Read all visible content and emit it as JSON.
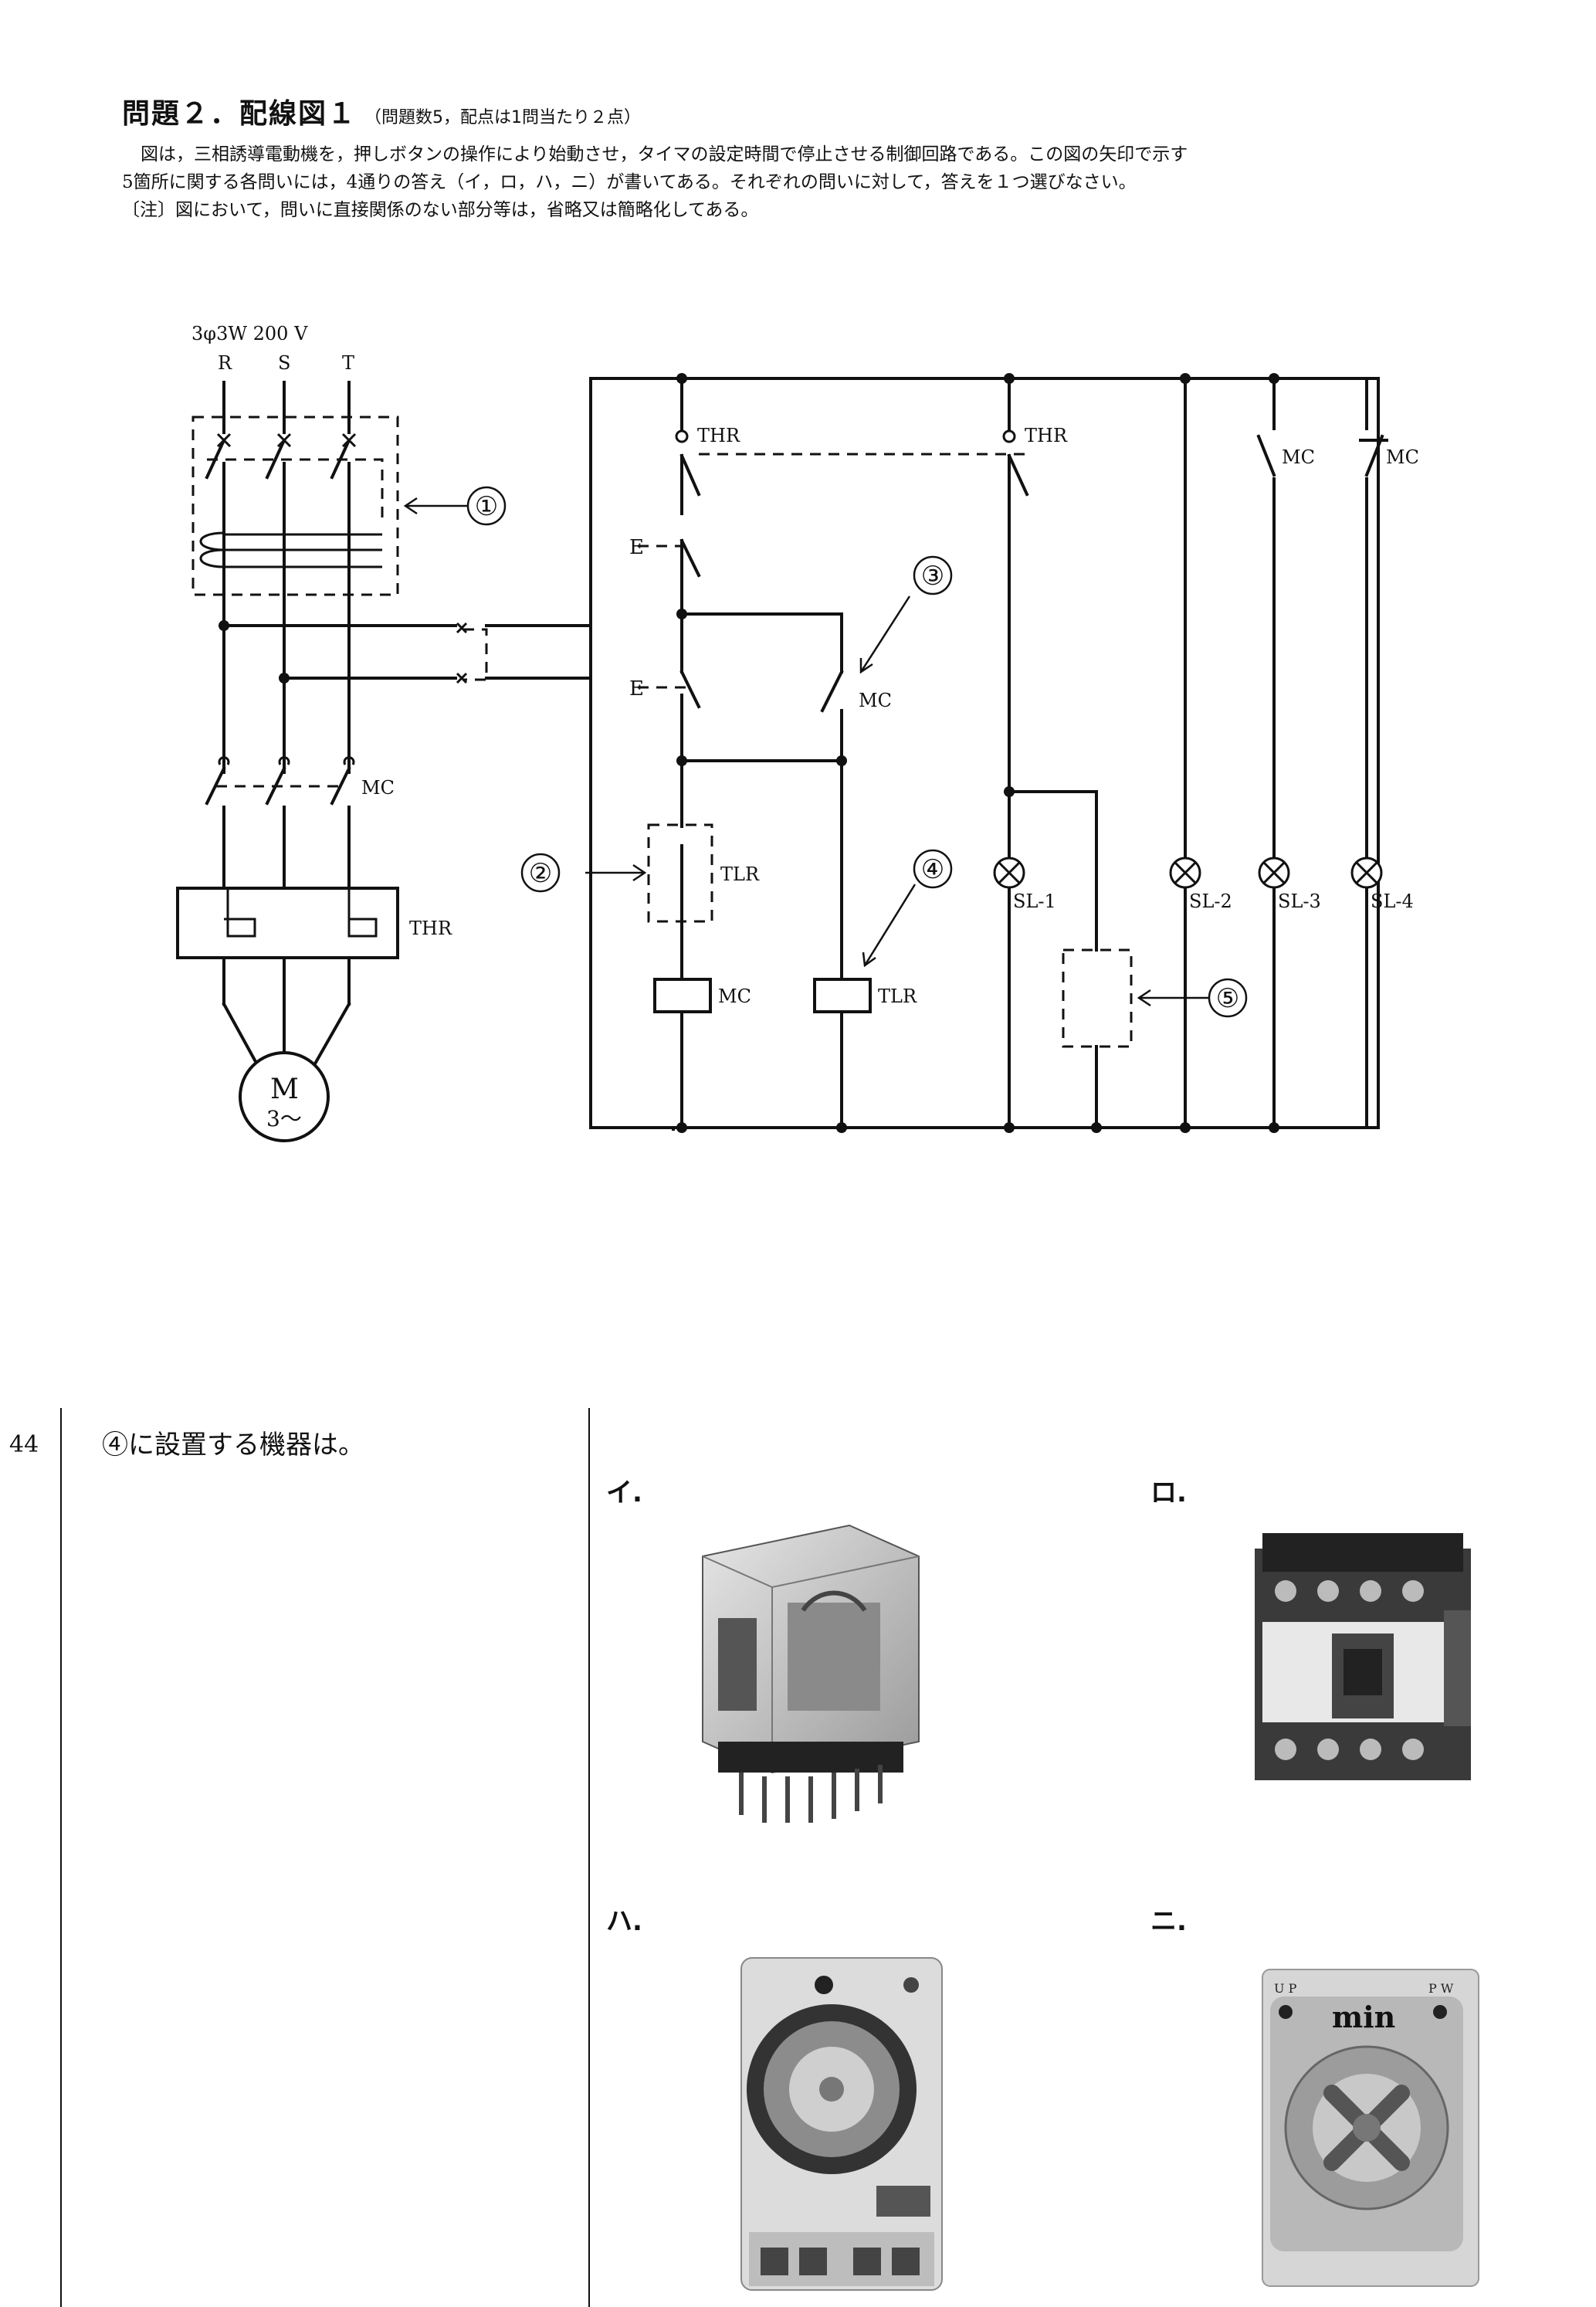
{
  "header": {
    "title": "問題２．配線図１",
    "title_note": "（問題数5，配点は1問当たり２点）",
    "para_line1": "図は，三相誘導電動機を，押しボタンの操作により始動させ，タイマの設定時間で停止させる制御回路である。この図の矢印で示す",
    "para_line2": "5箇所に関する各問いには，4通りの答え（イ，ロ，ハ，ニ）が書いてある。それぞれの問いに対して，答えを１つ選びなさい。",
    "note": "〔注〕図において，問いに直接関係のない部分等は，省略又は簡略化してある。"
  },
  "diagram": {
    "supply": "3φ3W 200 V",
    "phase_r": "R",
    "phase_s": "S",
    "phase_t": "T",
    "mc": "MC",
    "thr": "THR",
    "tlr": "TLR",
    "e": "E",
    "motor_m": "M",
    "motor_3": "3〜",
    "sl1": "SL-1",
    "sl2": "SL-2",
    "sl3": "SL-3",
    "sl4": "SL-4",
    "m1": "①",
    "m2": "②",
    "m3": "③",
    "m4": "④",
    "m5": "⑤"
  },
  "question": {
    "number": "44",
    "text": "④に設置する機器は。",
    "options": [
      {
        "label": "イ."
      },
      {
        "label": "ロ."
      },
      {
        "label": "ハ."
      },
      {
        "label": "ニ."
      }
    ],
    "timer_face_text": "min",
    "timer_up": "U P",
    "timer_pw": "P W"
  }
}
